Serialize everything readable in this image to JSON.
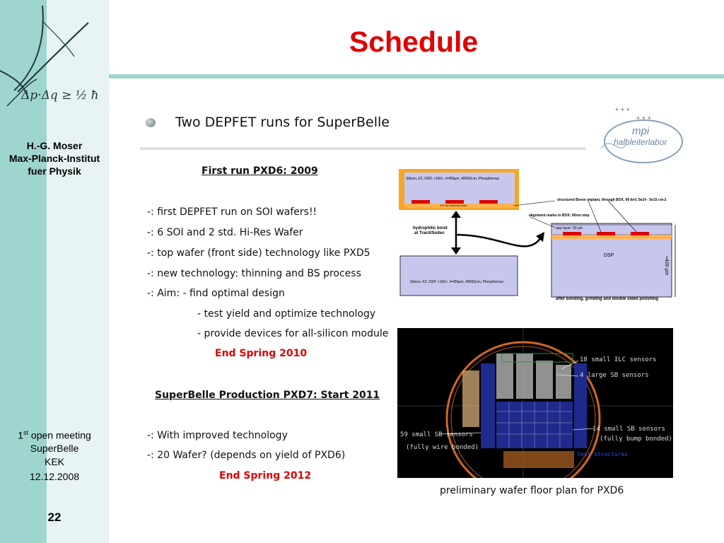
{
  "sidebar": {
    "author_name": "H.-G. Moser",
    "institute_1": "Max-Planck-Institut",
    "institute_2": "fuer Physik",
    "meeting_sup": "st",
    "meeting_num": "1",
    "meeting_rest": " open meeting",
    "event": "SuperBelle",
    "venue": "KEK",
    "date": "12.12.2008",
    "page": "22",
    "formula": "Δp·Δq ≥ ½ ħ"
  },
  "title": "Schedule",
  "headline": "Two DEPFET runs for SuperBelle",
  "logo": {
    "line1": "mpi",
    "line2": "halbleiterlabor"
  },
  "run1": {
    "heading": "First run PXD6: 2009",
    "lines": [
      "-: first DEPFET run on SOI wafers!!",
      "-: 6 SOI and 2 std. Hi-Res Wafer",
      "-: top wafer (front side) technology like PXD5",
      "-: new technology: thinning and BS process",
      "-: Aim:     - find optimal design",
      "- test yield and optimize technology",
      "- provide devices for all-silicon module"
    ],
    "deadline": "End Spring 2010"
  },
  "run2": {
    "heading": "SuperBelle Production PXD7: Start 2011",
    "lines": [
      "-: With improved technology",
      "-: 20 Wafer? (depends on yield of PXD6)"
    ],
    "deadline": "End Spring 2012"
  },
  "diagram": {
    "top_wafer": "Silicon, FZ, DSP, <100>, t=450µm, 4900Ωcm, Phosphorous",
    "oxide": "220 nm thermal oxide",
    "bottom_wafer": "Silicon, FZ, DSP, <100>, t=450µm, 4900Ωcm, Phosphorous",
    "bond_label_1": "hydrophilic bond",
    "bond_label_2": "at Tracit/Soitec",
    "implant": "structured Boron implant, through BOX, 90 keV, 5e14 - 5e15 cm-2",
    "alignment": "alignment marks in BOX: 60nm step",
    "top_layer": "top layer: 50 µm",
    "dsp": "DSP",
    "thickness": "≈420 µm",
    "after": "after bonding, grinding and double sided polishing"
  },
  "floorplan": {
    "label_ilc": "18 small ILC sensors",
    "label_large": "4 large SB sensors",
    "label_small_left_1": "59 small SB sensors",
    "label_small_left_2": "(fully wire bonded)",
    "label_small_right_1": "14 small SB sensors",
    "label_small_right_2": "(fully bump bonded)",
    "label_test": "test structures",
    "caption": "preliminary wafer floor plan for PXD6"
  }
}
